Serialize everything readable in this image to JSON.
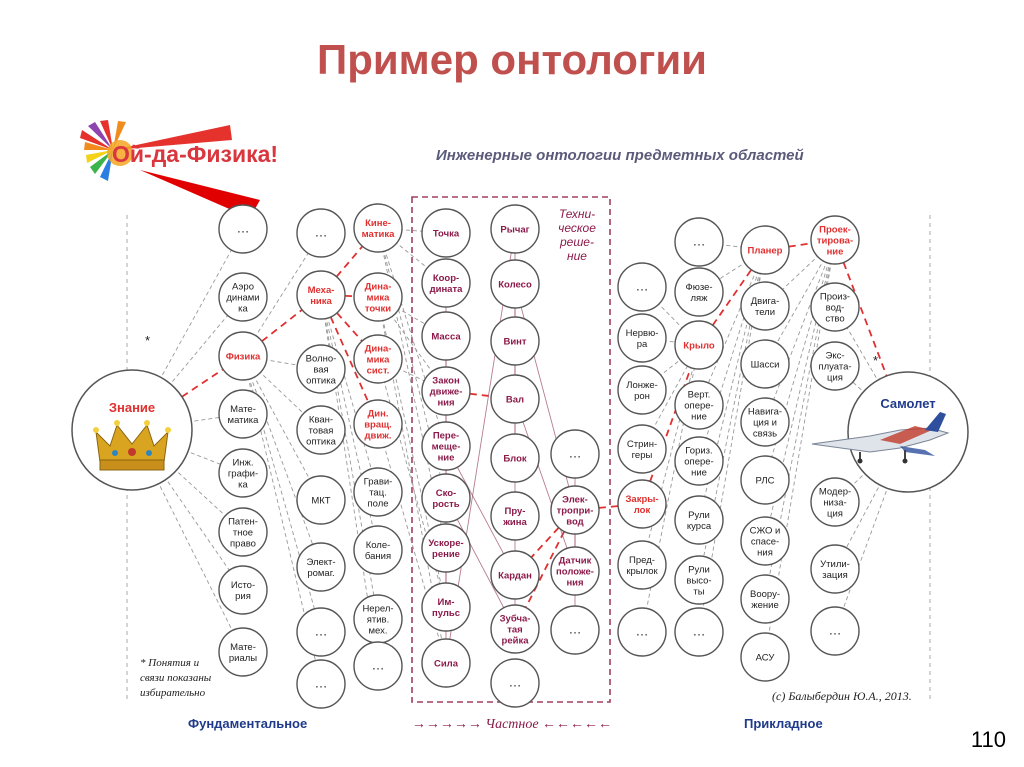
{
  "slide": {
    "title": "Пример онтологии",
    "page_number": "110"
  },
  "logo": {
    "text": "Ой-да-Физика!"
  },
  "diagram": {
    "subtitle": "Инженерные онтологии предметных областей",
    "note_star": "*",
    "note": [
      "* Понятия и",
      "связи показаны",
      "избирательно"
    ],
    "copyright": "(с) Балыбердин Ю.А., 2013.",
    "axis": {
      "fundamental": "Фундаментальное",
      "particular": "→→→→→ Частное ←←←←←",
      "applied": "Прикладное"
    },
    "technical_solution_label": [
      "Техни-",
      "ческое",
      "реше-",
      "ние"
    ],
    "knowledge": {
      "label": "Знание",
      "icon": "crown-icon"
    },
    "aircraft": {
      "label": "Самолет",
      "icon": "jet-aircraft-icon"
    },
    "colors": {
      "red": "#e03030",
      "purple": "#8b1a4a",
      "dark": "#222222",
      "border": "#555555",
      "title": "#c0504d",
      "subtitle": "#5a5a7a",
      "axis_blue": "#1f3a8a"
    },
    "nodes": [
      {
        "id": "c1a",
        "lines": [
          "…"
        ],
        "color": "dark"
      },
      {
        "id": "aero",
        "lines": [
          "Аэро",
          "динами",
          "ка"
        ],
        "color": "dark"
      },
      {
        "id": "fizika",
        "lines": [
          "Физика"
        ],
        "color": "red"
      },
      {
        "id": "matem",
        "lines": [
          "Мате-",
          "матика"
        ],
        "color": "dark"
      },
      {
        "id": "inzh",
        "lines": [
          "Инж.",
          "графи-",
          "ка"
        ],
        "color": "dark"
      },
      {
        "id": "patent",
        "lines": [
          "Патен-",
          "тное",
          "право"
        ],
        "color": "dark"
      },
      {
        "id": "istor",
        "lines": [
          "Исто-",
          "рия"
        ],
        "color": "dark"
      },
      {
        "id": "mater",
        "lines": [
          "Мате-",
          "риалы"
        ],
        "color": "dark"
      },
      {
        "id": "c2a",
        "lines": [
          "…"
        ],
        "color": "dark"
      },
      {
        "id": "mehan",
        "lines": [
          "Меха-",
          "ника"
        ],
        "color": "red"
      },
      {
        "id": "volnov",
        "lines": [
          "Волно-",
          "вая",
          "оптика"
        ],
        "color": "dark"
      },
      {
        "id": "kvant",
        "lines": [
          "Кван-",
          "товая",
          "оптика"
        ],
        "color": "dark"
      },
      {
        "id": "mkt",
        "lines": [
          "МКТ"
        ],
        "color": "dark"
      },
      {
        "id": "elektromag",
        "lines": [
          "Элект-",
          "ромаг."
        ],
        "color": "dark"
      },
      {
        "id": "c2b",
        "lines": [
          "…"
        ],
        "color": "dark"
      },
      {
        "id": "c2c",
        "lines": [
          "…"
        ],
        "color": "dark"
      },
      {
        "id": "kinem",
        "lines": [
          "Кине-",
          "матика"
        ],
        "color": "red"
      },
      {
        "id": "dintoch",
        "lines": [
          "Дина-",
          "мика",
          "точки"
        ],
        "color": "red"
      },
      {
        "id": "dinsist",
        "lines": [
          "Дина-",
          "мика",
          "сист."
        ],
        "color": "red"
      },
      {
        "id": "dinvr",
        "lines": [
          "Дин.",
          "вращ.",
          "движ."
        ],
        "color": "red"
      },
      {
        "id": "gravit",
        "lines": [
          "Грави-",
          "тац.",
          "поле"
        ],
        "color": "dark"
      },
      {
        "id": "kolebania",
        "lines": [
          "Коле-",
          "бания"
        ],
        "color": "dark"
      },
      {
        "id": "nerel",
        "lines": [
          "Нерел-",
          "ятив.",
          "мех."
        ],
        "color": "dark"
      },
      {
        "id": "c3a",
        "lines": [
          "…"
        ],
        "color": "dark"
      },
      {
        "id": "tochka",
        "lines": [
          "Точка"
        ],
        "color": "purple"
      },
      {
        "id": "koord",
        "lines": [
          "Коор-",
          "дината"
        ],
        "color": "purple"
      },
      {
        "id": "massa",
        "lines": [
          "Масса"
        ],
        "color": "purple"
      },
      {
        "id": "zakon",
        "lines": [
          "Закон",
          "движе-",
          "ния"
        ],
        "color": "purple"
      },
      {
        "id": "perem",
        "lines": [
          "Пере-",
          "меще-",
          "ние"
        ],
        "color": "purple"
      },
      {
        "id": "skor",
        "lines": [
          "Ско-",
          "рость"
        ],
        "color": "purple"
      },
      {
        "id": "uskor",
        "lines": [
          "Ускоре-",
          "рение"
        ],
        "color": "purple"
      },
      {
        "id": "impuls",
        "lines": [
          "Им-",
          "пульс"
        ],
        "color": "purple"
      },
      {
        "id": "sila",
        "lines": [
          "Сила"
        ],
        "color": "purple"
      },
      {
        "id": "rychag",
        "lines": [
          "Рычаг"
        ],
        "color": "purple"
      },
      {
        "id": "koleso",
        "lines": [
          "Колесо"
        ],
        "color": "purple"
      },
      {
        "id": "vint",
        "lines": [
          "Винт"
        ],
        "color": "purple"
      },
      {
        "id": "val",
        "lines": [
          "Вал"
        ],
        "color": "purple"
      },
      {
        "id": "blok",
        "lines": [
          "Блок"
        ],
        "color": "purple"
      },
      {
        "id": "pruzh",
        "lines": [
          "Пру-",
          "жина"
        ],
        "color": "purple"
      },
      {
        "id": "kardan",
        "lines": [
          "Кардан"
        ],
        "color": "purple"
      },
      {
        "id": "zubch",
        "lines": [
          "Зубча-",
          "тая",
          "рейка"
        ],
        "color": "purple"
      },
      {
        "id": "c5a",
        "lines": [
          "…"
        ],
        "color": "dark"
      },
      {
        "id": "c6a",
        "lines": [
          "…"
        ],
        "color": "dark"
      },
      {
        "id": "elektropr",
        "lines": [
          "Элек-",
          "тропри-",
          "вод"
        ],
        "color": "purple"
      },
      {
        "id": "datchik",
        "lines": [
          "Датчик",
          "положе-",
          "ния"
        ],
        "color": "purple"
      },
      {
        "id": "c6b",
        "lines": [
          "…"
        ],
        "color": "dark"
      },
      {
        "id": "c7a",
        "lines": [
          "…"
        ],
        "color": "dark"
      },
      {
        "id": "nervura",
        "lines": [
          "Нервю-",
          "ра"
        ],
        "color": "dark"
      },
      {
        "id": "lonzh",
        "lines": [
          "Лонже-",
          "рон"
        ],
        "color": "dark"
      },
      {
        "id": "stringer",
        "lines": [
          "Стрин-",
          "геры"
        ],
        "color": "dark"
      },
      {
        "id": "zakrylok",
        "lines": [
          "Закры-",
          "лок"
        ],
        "color": "red"
      },
      {
        "id": "predkr",
        "lines": [
          "Пред-",
          "крылок"
        ],
        "color": "dark"
      },
      {
        "id": "c7b",
        "lines": [
          "…"
        ],
        "color": "dark"
      },
      {
        "id": "c8a",
        "lines": [
          "…"
        ],
        "color": "dark"
      },
      {
        "id": "fyuzel",
        "lines": [
          "Фюзе-",
          "ляж"
        ],
        "color": "dark"
      },
      {
        "id": "krylo",
        "lines": [
          "Крыло"
        ],
        "color": "red"
      },
      {
        "id": "vert",
        "lines": [
          "Верт.",
          "опере-",
          "ние"
        ],
        "color": "dark"
      },
      {
        "id": "goriz",
        "lines": [
          "Гориз.",
          "опере-",
          "ние"
        ],
        "color": "dark"
      },
      {
        "id": "rulikursa",
        "lines": [
          "Рули",
          "курса"
        ],
        "color": "dark"
      },
      {
        "id": "rulivys",
        "lines": [
          "Рули",
          "высо-",
          "ты"
        ],
        "color": "dark"
      },
      {
        "id": "c8b",
        "lines": [
          "…"
        ],
        "color": "dark"
      },
      {
        "id": "planer",
        "lines": [
          "Планер"
        ],
        "color": "red"
      },
      {
        "id": "dvigat",
        "lines": [
          "Двига-",
          "тели"
        ],
        "color": "dark"
      },
      {
        "id": "shassi",
        "lines": [
          "Шасси"
        ],
        "color": "dark"
      },
      {
        "id": "navig",
        "lines": [
          "Навига-",
          "ция и",
          "связь"
        ],
        "color": "dark"
      },
      {
        "id": "rls",
        "lines": [
          "РЛС"
        ],
        "color": "dark"
      },
      {
        "id": "szho",
        "lines": [
          "СЖО и",
          "спасе-",
          "ния"
        ],
        "color": "dark"
      },
      {
        "id": "voor",
        "lines": [
          "Воору-",
          "жение"
        ],
        "color": "dark"
      },
      {
        "id": "asu",
        "lines": [
          "АСУ"
        ],
        "color": "dark"
      },
      {
        "id": "proekt",
        "lines": [
          "Проек-",
          "тирова-",
          "ние"
        ],
        "color": "red"
      },
      {
        "id": "proizv",
        "lines": [
          "Произ-",
          "вод-",
          "ство"
        ],
        "color": "dark"
      },
      {
        "id": "ekspl",
        "lines": [
          "Экс-",
          "плуата-",
          "ция"
        ],
        "color": "dark"
      },
      {
        "id": "moderniz",
        "lines": [
          "Модер-",
          "низа-",
          "ция"
        ],
        "color": "dark"
      },
      {
        "id": "utiliz",
        "lines": [
          "Утили-",
          "зация"
        ],
        "color": "dark"
      },
      {
        "id": "c10a",
        "lines": [
          "…"
        ],
        "color": "dark"
      }
    ]
  }
}
